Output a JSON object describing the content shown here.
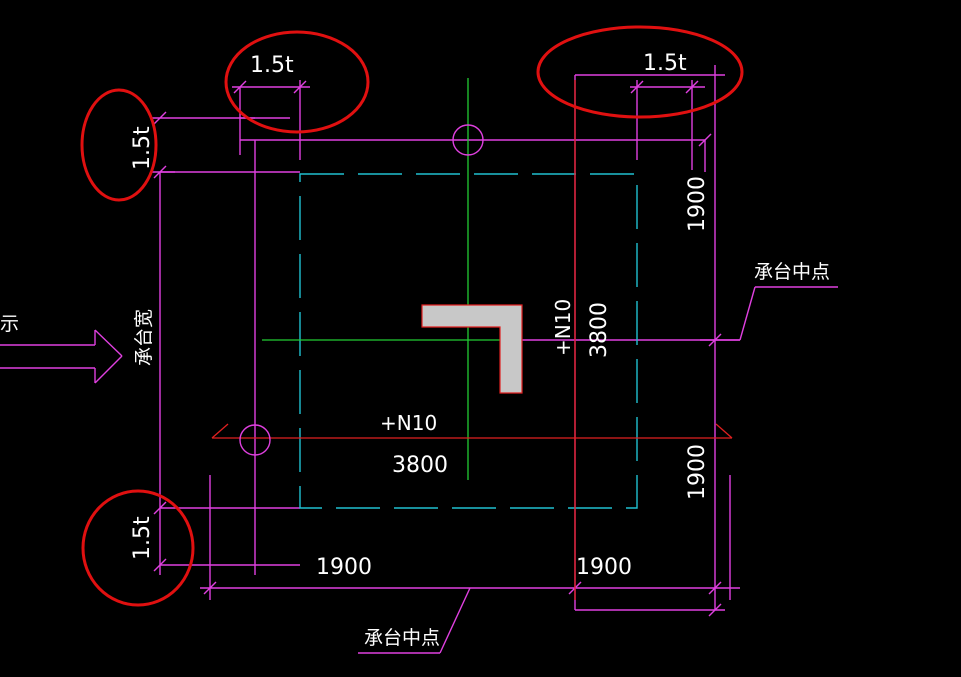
{
  "drawing": {
    "background": "#000000",
    "colors": {
      "dimension": "#e040e0",
      "axis_green": "#22cc33",
      "axis_red": "#e02020",
      "dashed_cyan": "#20c0d0",
      "highlight_circle": "#e01010",
      "column_fill": "#c8c8c8",
      "text": "#ffffff"
    },
    "offset_labels": {
      "top_left": "1.5t",
      "top_right": "1.5t",
      "left_top": "1.5t",
      "left_bottom": "1.5t"
    },
    "dimensions": {
      "bottom_left": "1900",
      "bottom_right": "1900",
      "right_top": "1900",
      "right_bottom": "1900",
      "horizontal_total": "3800",
      "vertical_total": "3800"
    },
    "axis_labels": {
      "horizontal": "+N10",
      "vertical": "+N10"
    },
    "notes": {
      "pile_cap_center_right": "承台中点",
      "pile_cap_center_bottom": "承台中点",
      "pile_cap_width": "承台宽",
      "cut_off_left": "示"
    }
  }
}
